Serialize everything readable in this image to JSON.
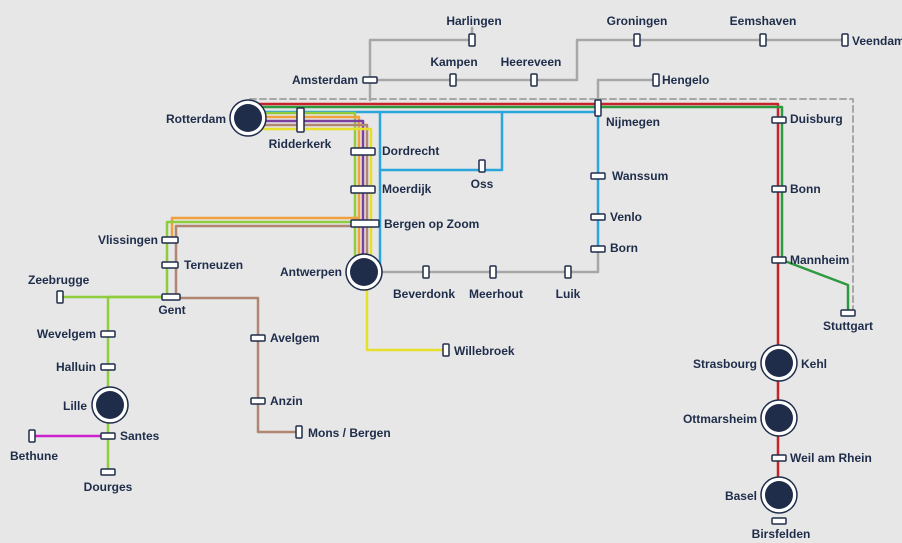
{
  "line_colors": {
    "grey": "#a7a7a7",
    "blue": "#2aa6dc",
    "red": "#c8232a",
    "green": "#2e9a3f",
    "yellow": "#e6e02a",
    "orange": "#f0a03c",
    "lime": "#8fcd3c",
    "brown": "#b08670",
    "magenta": "#cc22cc",
    "purple": "#7b3fa0",
    "dark": "#1f2d4a"
  },
  "hubs": {
    "rotterdam": "Rotterdam",
    "antwerpen": "Antwerpen",
    "lille": "Lille",
    "strasbourg": "Strasbourg",
    "kehl": "Kehl",
    "ottmarsheim": "Ottmarsheim",
    "basel": "Basel"
  },
  "stations": {
    "harlingen": "Harlingen",
    "groningen": "Groningen",
    "eemshaven": "Eemshaven",
    "veendam": "Veendam",
    "kampen": "Kampen",
    "heereveen": "Heereveen",
    "amsterdam": "Amsterdam",
    "hengelo": "Hengelo",
    "ridderkerk": "Ridderkerk",
    "nijmegen": "Nijmegen",
    "duisburg": "Duisburg",
    "dordrecht": "Dordrecht",
    "oss": "Oss",
    "moerdijk": "Moerdijk",
    "wanssum": "Wanssum",
    "bonn": "Bonn",
    "bergen_op_zoom": "Bergen op Zoom",
    "venlo": "Venlo",
    "vlissingen": "Vlissingen",
    "born": "Born",
    "mannheim": "Mannheim",
    "terneuzen": "Terneuzen",
    "zeebrugge": "Zeebrugge",
    "beverdonk": "Beverdonk",
    "meerhout": "Meerhout",
    "luik": "Luik",
    "gent": "Gent",
    "stuttgart": "Stuttgart",
    "wevelgem": "Wevelgem",
    "avelgem": "Avelgem",
    "willebroek": "Willebroek",
    "halluin": "Halluin",
    "anzin": "Anzin",
    "santes": "Santes",
    "mons_bergen": "Mons / Bergen",
    "bethune": "Bethune",
    "dourges": "Dourges",
    "weil_am_rhein": "Weil am Rhein",
    "birsfelden": "Birsfelden"
  }
}
